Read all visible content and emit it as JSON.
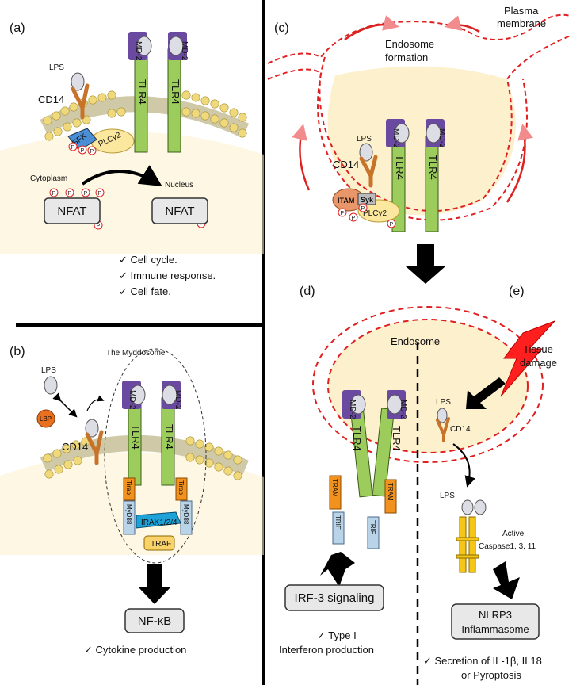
{
  "panels": {
    "a": {
      "letter": "(a)",
      "lps": "LPS",
      "cd14": "CD14",
      "tlr4": "TLR4",
      "md2": "MD-2",
      "sfk": "SFK",
      "plc": "PLCγ2",
      "p": "P",
      "cytoplasm": "Cytoplasm",
      "nucleus": "Nucleus",
      "nfat": "NFAT",
      "outcomes": [
        "✓ Cell cycle.",
        "✓ Immune response.",
        "✓ Cell fate."
      ]
    },
    "b": {
      "letter": "(b)",
      "title": "The Myddosome",
      "lps": "LPS",
      "lbp": "LBP",
      "cd14": "CD14",
      "tlr4": "TLR4",
      "md2": "MD-2",
      "tirap": "Tirap",
      "myd88": "MyD88",
      "irak": "IRAK1/2/4",
      "traf": "TRAF",
      "nfkb": "NF-κB",
      "outcome": "✓ Cytokine production"
    },
    "c": {
      "letter": "(c)",
      "plasma": [
        "Plasma",
        "membrane"
      ],
      "endo": [
        "Endosome",
        "formation"
      ],
      "lps": "LPS",
      "cd14": "CD14",
      "tlr4": "TLR4",
      "md2": "MD-2",
      "itam": "ITAM",
      "syk": "Syk",
      "plc": "PLCγ2",
      "p": "P"
    },
    "d": {
      "letter": "(d)",
      "endosome": "Endosome",
      "tlr4": "TLR4",
      "md2": "MD-2",
      "tram": "TRAM",
      "trif": "TRIF",
      "irf": "IRF-3 signaling",
      "outcome": [
        "✓ Type I",
        "Interferon production"
      ]
    },
    "e": {
      "letter": "(e)",
      "tissue": [
        "Tissue",
        "damage"
      ],
      "lps": "LPS",
      "cd14": "CD14",
      "caspase": [
        "Active",
        "Caspase1, 3, 11"
      ],
      "nlrp": [
        "NLRP3",
        "Inflammasome"
      ],
      "outcome": [
        "✓ Secretion of IL-1β, IL18",
        "or Pyroptosis"
      ]
    }
  },
  "colors": {
    "tlr4": "#9ccc5c",
    "md2": "#6a4aa0",
    "cytosol": "#fdf0cd",
    "lipid_head": "#efd97a",
    "endosome": "#e02020",
    "sfk": "#4a8fd6",
    "irak": "#1ea3d8",
    "tirap": "#f2921e",
    "traf": "#f9d36a",
    "cd14": "#c8732a",
    "lbp": "#e8701e",
    "caspase": "#f5c518"
  }
}
